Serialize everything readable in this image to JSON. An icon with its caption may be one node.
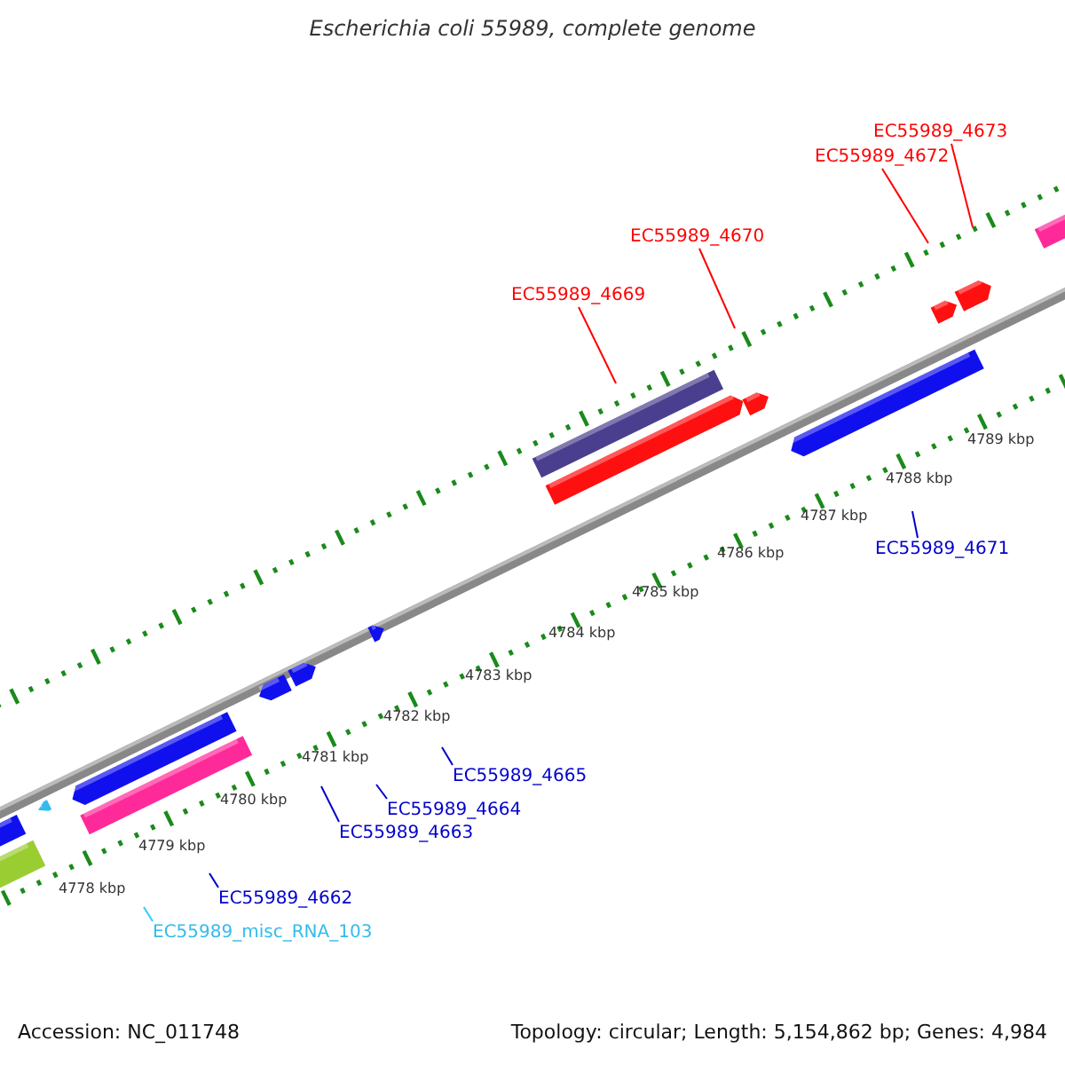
{
  "diagram": {
    "title": "Escherichia coli 55989, complete genome",
    "nodes": [
      {
        "text": [
          "EC55989_4673"
        ]
      },
      {
        "text": [
          "EC55989_4672"
        ]
      },
      {
        "text": [
          "EC55989_4670"
        ]
      },
      {
        "text": [
          "EC55989_4669"
        ]
      },
      {
        "text": [
          "EC55989_4671"
        ]
      },
      {
        "text": [
          "EC55989_4665"
        ]
      },
      {
        "text": [
          "EC55989_4664"
        ]
      },
      {
        "text": [
          "EC55989_4663"
        ]
      },
      {
        "text": [
          "EC55989_4662"
        ]
      },
      {
        "text": [
          "EC55989_misc_RNA_103"
        ]
      }
    ],
    "edges": [
      {
        "from": 0,
        "to": null,
        "arrow": "none",
        "color": "#ff0000"
      },
      {
        "from": 1,
        "to": null,
        "arrow": "none",
        "color": "#ff0000"
      },
      {
        "from": 2,
        "to": null,
        "arrow": "none",
        "color": "#ff0000"
      },
      {
        "from": 3,
        "to": null,
        "arrow": "none",
        "color": "#ff0000"
      },
      {
        "from": 4,
        "to": null,
        "arrow": "none"
      },
      {
        "from": 5,
        "to": null,
        "arrow": "none"
      },
      {
        "from": 6,
        "to": null,
        "arrow": "none"
      },
      {
        "from": 7,
        "to": null,
        "arrow": "none"
      },
      {
        "from": 8,
        "to": null,
        "arrow": "none"
      },
      {
        "from": 9,
        "to": null,
        "arrow": "none",
        "color": "#33ccff"
      }
    ],
    "labels": [
      "4789 kbp",
      "4788 kbp",
      "4787 kbp",
      "4786 kbp",
      "4785 kbp",
      "4784 kbp",
      "4783 kbp",
      "4782 kbp",
      "4781 kbp",
      "4780 kbp",
      "4779 kbp",
      "4778 kbp",
      "Accession: NC_011748",
      "Topology: circular; Length: 5,154,862 bp; Genes: 4,984"
    ]
  }
}
